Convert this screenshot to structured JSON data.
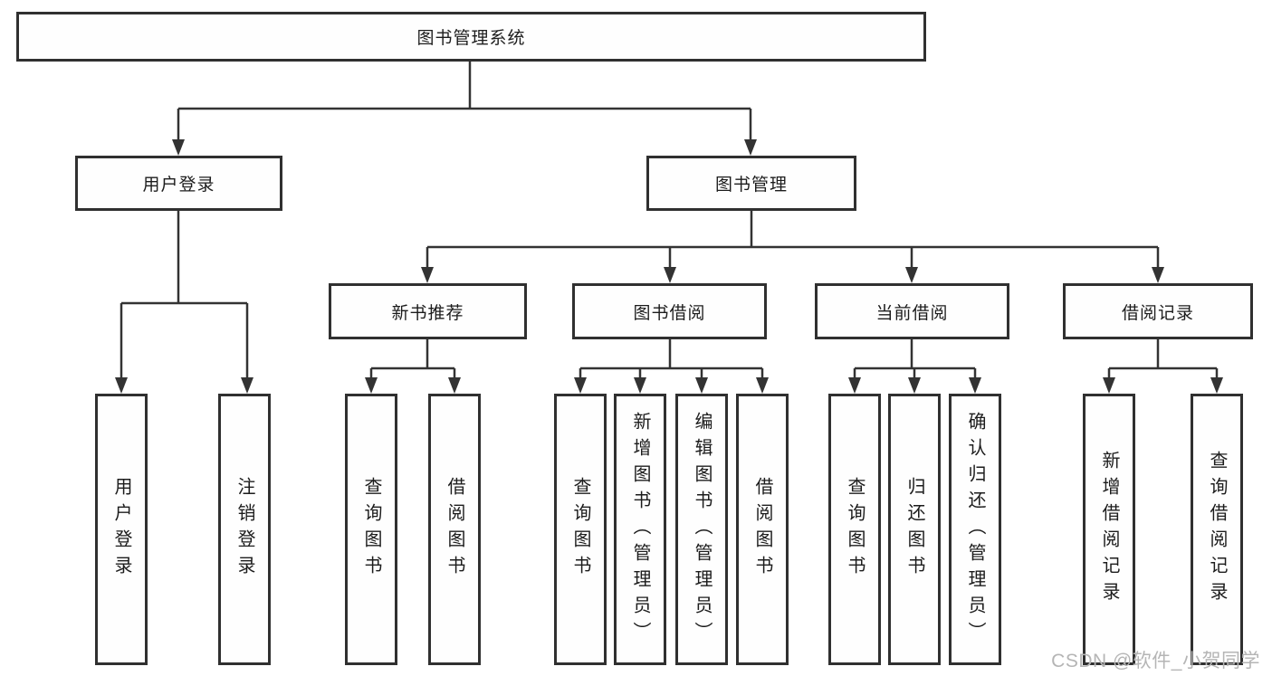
{
  "diagram": {
    "title": "图书管理系统",
    "watermark": "CSDN @软件_小贺同学",
    "colors": {
      "line": "#333333",
      "box_border": "#303030",
      "box_background": "#fefefe",
      "text": "#1c1c1c",
      "watermark": "#b5b5b5"
    },
    "branches": [
      {
        "label": "用户登录",
        "children": [
          {
            "label": "用户登录"
          },
          {
            "label": "注销登录"
          }
        ]
      },
      {
        "label": "图书管理",
        "children": [
          {
            "label": "新书推荐",
            "children": [
              {
                "label": "查询图书"
              },
              {
                "label": "借阅图书"
              }
            ]
          },
          {
            "label": "图书借阅",
            "children": [
              {
                "label": "查询图书"
              },
              {
                "label": "新增图书（管理员）"
              },
              {
                "label": "编辑图书（管理员）"
              },
              {
                "label": "借阅图书"
              }
            ]
          },
          {
            "label": "当前借阅",
            "children": [
              {
                "label": "查询图书"
              },
              {
                "label": "归还图书"
              },
              {
                "label": "确认归还（管理员）"
              }
            ]
          },
          {
            "label": "借阅记录",
            "children": [
              {
                "label": "新增借阅记录"
              },
              {
                "label": "查询借阅记录"
              }
            ]
          }
        ]
      }
    ]
  }
}
